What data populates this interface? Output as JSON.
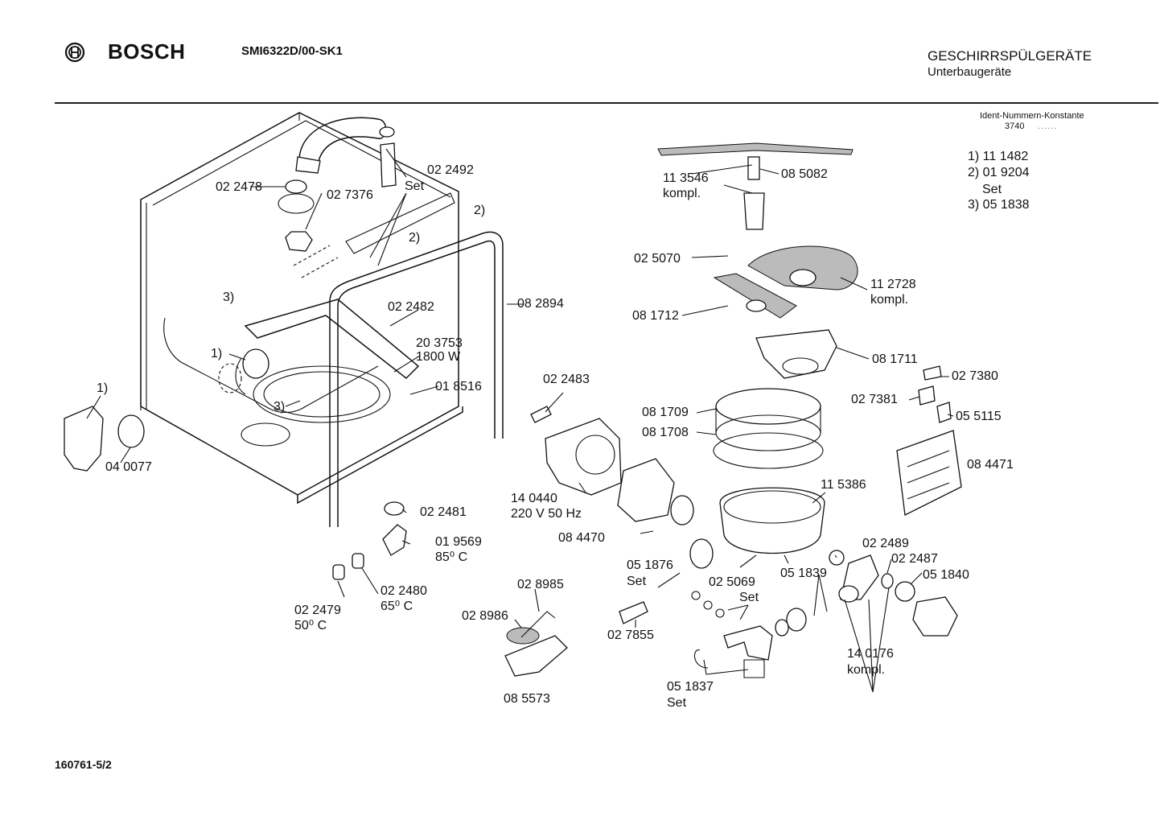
{
  "header": {
    "brand": "BOSCH",
    "model": "SMI6322D/00-SK1",
    "title": "GESCHIRRSPÜLGERÄTE",
    "subtitle": "Unterbaugeräte",
    "ident_label": "Ident-Nummern-Konstante",
    "ident_value": "3740",
    "ident_dots": "......"
  },
  "notes": [
    {
      "text": "1) 11 1482"
    },
    {
      "text": "2) 01 9204"
    },
    {
      "text": "Set"
    },
    {
      "text": "3) 05 1838"
    }
  ],
  "labels": [
    {
      "text": "02 2492"
    },
    {
      "text": "Set"
    },
    {
      "text": "02 2478"
    },
    {
      "text": "02 7376"
    },
    {
      "text": "2)"
    },
    {
      "text": "2)"
    },
    {
      "text": "3)"
    },
    {
      "text": "08 2894"
    },
    {
      "text": "02 2482"
    },
    {
      "text": "20 3753"
    },
    {
      "text": "1800 W"
    },
    {
      "text": "1)"
    },
    {
      "text": "01 8516"
    },
    {
      "text": "1)"
    },
    {
      "text": "3)"
    },
    {
      "text": "04 0077"
    },
    {
      "text": "02 2481"
    },
    {
      "text": "01 9569"
    },
    {
      "text": "85⁰ C"
    },
    {
      "text": "02 2480"
    },
    {
      "text": "65⁰ C"
    },
    {
      "text": "02 2479"
    },
    {
      "text": "50⁰ C"
    },
    {
      "text": "11 3546"
    },
    {
      "text": "kompl."
    },
    {
      "text": "08 5082"
    },
    {
      "text": "02 5070"
    },
    {
      "text": "11 2728"
    },
    {
      "text": "kompl."
    },
    {
      "text": "08 1712"
    },
    {
      "text": "08 1711"
    },
    {
      "text": "02 7380"
    },
    {
      "text": "02 7381"
    },
    {
      "text": "05 5115"
    },
    {
      "text": "02 2483"
    },
    {
      "text": "08 1709"
    },
    {
      "text": "08 1708"
    },
    {
      "text": "08 4471"
    },
    {
      "text": "14 0440"
    },
    {
      "text": "220 V 50 Hz"
    },
    {
      "text": "11 5386"
    },
    {
      "text": "08 4470"
    },
    {
      "text": "02 2489"
    },
    {
      "text": "02 2487"
    },
    {
      "text": "05 1876"
    },
    {
      "text": "Set"
    },
    {
      "text": "02 5069"
    },
    {
      "text": "Set"
    },
    {
      "text": "05 1839"
    },
    {
      "text": "05 1840"
    },
    {
      "text": "02 8985"
    },
    {
      "text": "02 8986"
    },
    {
      "text": "02 7855"
    },
    {
      "text": "14 0176"
    },
    {
      "text": "kompl."
    },
    {
      "text": "08 5573"
    },
    {
      "text": "05 1837"
    },
    {
      "text": "Set"
    }
  ],
  "footer": {
    "code": "160761-5/2"
  }
}
